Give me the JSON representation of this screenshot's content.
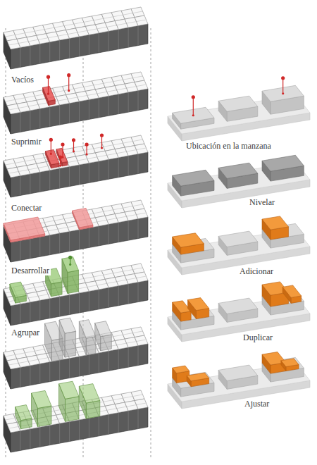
{
  "diagram": {
    "labels": [
      "Vacíos",
      "Suprimir",
      "Ubicación en la manzana",
      "Conectar",
      "Nivelar",
      "Desarrollar",
      "Adicionar",
      "Agrupar",
      "Duplicar",
      "Ajustar"
    ]
  }
}
